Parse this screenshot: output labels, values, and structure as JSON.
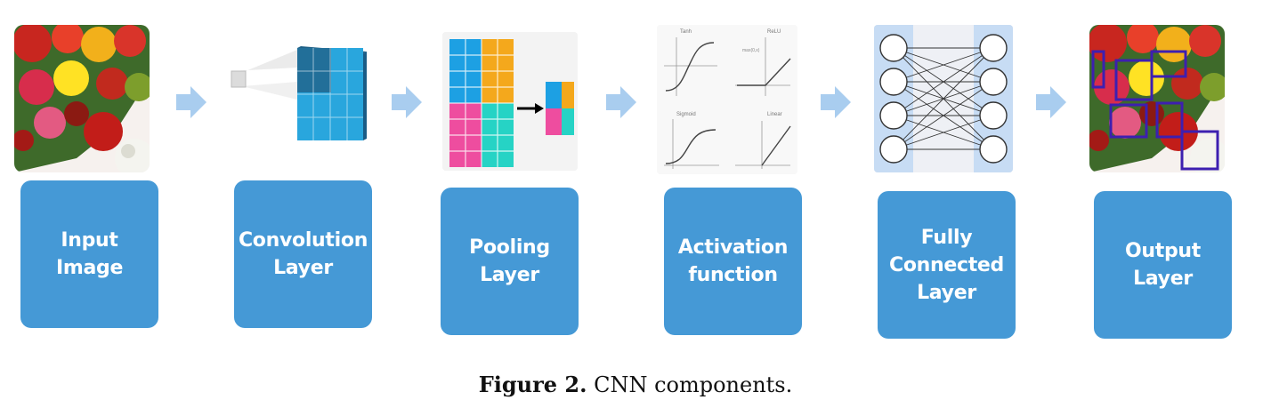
{
  "colors": {
    "box": "#4599d6",
    "arrow": "#a9cdef",
    "text": "#ffffff"
  },
  "stages": [
    {
      "label": "Input Image"
    },
    {
      "label": "Convolution\nLayer"
    },
    {
      "label": "Pooling\nLayer"
    },
    {
      "label": "Activation\nfunction"
    },
    {
      "label": "Fully\nConnected\nLayer"
    },
    {
      "label": "Output\nLayer"
    }
  ],
  "activation_plots": {
    "tanh": "Tanh",
    "relu": "ReLU",
    "relu_formula": "max(0,x)",
    "sigmoid": "Sigmoid",
    "linear": "Linear"
  },
  "caption": {
    "label": "Figure 2.",
    "text": " CNN components."
  }
}
